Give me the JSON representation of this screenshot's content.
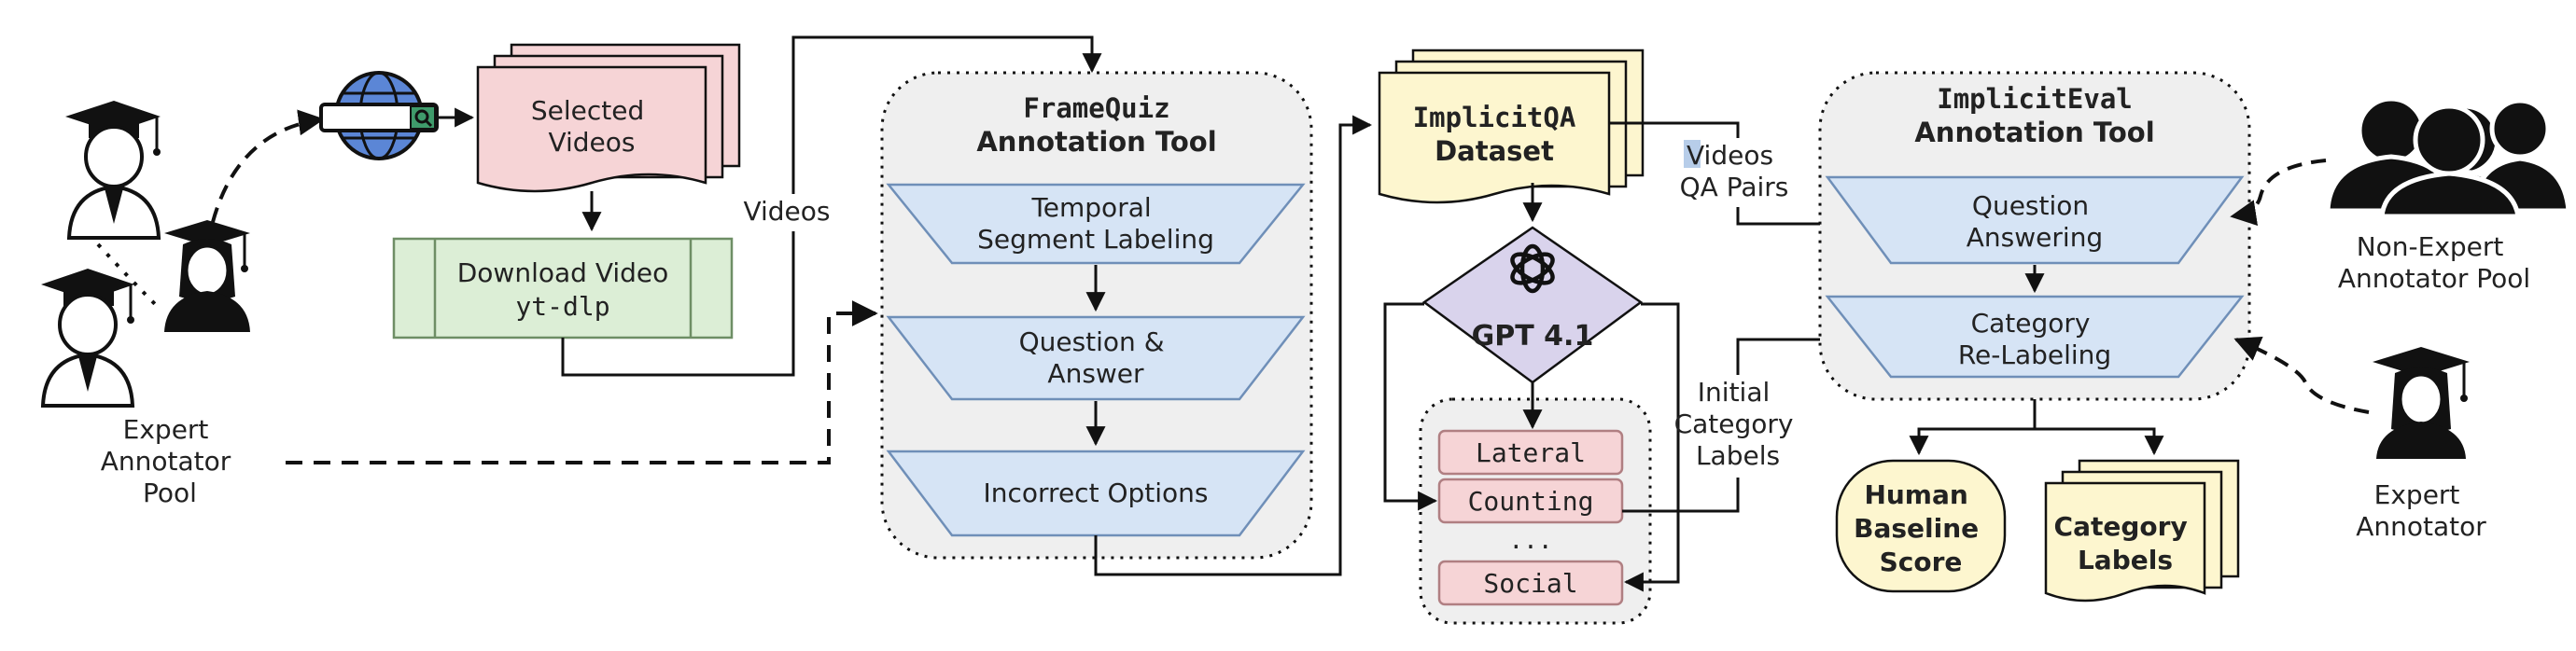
{
  "colors": {
    "blue_fill": "#d6e4f5",
    "blue_stroke": "#6f8fb8",
    "pink_fill": "#f6d4d6",
    "pink_stroke": "#b07f82",
    "green_fill": "#dceed6",
    "green_stroke": "#6e8e65",
    "yellow_fill": "#fdf6cf",
    "purple_fill": "#d9d3ec",
    "panel_fill": "#efefef"
  },
  "expert_pool": {
    "label_line1": "Expert",
    "label_line2": "Annotator",
    "label_line3": "Pool"
  },
  "selected_videos": {
    "line1": "Selected",
    "line2": "Videos"
  },
  "download": {
    "line1": "Download Video",
    "line2": "yt-dlp"
  },
  "videos_edge_label": "Videos",
  "framequiz": {
    "title_line1": "FrameQuiz",
    "title_line2": "Annotation Tool",
    "step1_line1": "Temporal",
    "step1_line2": "Segment Labeling",
    "step2_line1": "Question &",
    "step2_line2": "Answer",
    "step3": "Incorrect Options"
  },
  "implicitqa": {
    "line1": "ImplicitQA",
    "line2": "Dataset"
  },
  "videos_qa_label": {
    "line1": "Videos",
    "line2": "QA Pairs"
  },
  "gpt": {
    "label": "GPT 4.1"
  },
  "categories": {
    "item1": "Lateral",
    "item2": "Counting",
    "ellipsis": "...",
    "item3": "Social"
  },
  "initial_labels": {
    "line1": "Initial",
    "line2": "Category",
    "line3": "Labels"
  },
  "implicit_eval": {
    "title_line1": "ImplicitEval",
    "title_line2": "Annotation Tool",
    "step1_line1": "Question",
    "step1_line2": "Answering",
    "step2_line1": "Category",
    "step2_line2": "Re-Labeling"
  },
  "non_expert": {
    "line1": "Non-Expert",
    "line2": "Annotator Pool"
  },
  "expert_single": {
    "line1": "Expert",
    "line2": "Annotator"
  },
  "human_baseline": {
    "line1": "Human",
    "line2": "Baseline",
    "line3": "Score"
  },
  "category_labels_out": {
    "line1": "Category",
    "line2": "Labels"
  }
}
